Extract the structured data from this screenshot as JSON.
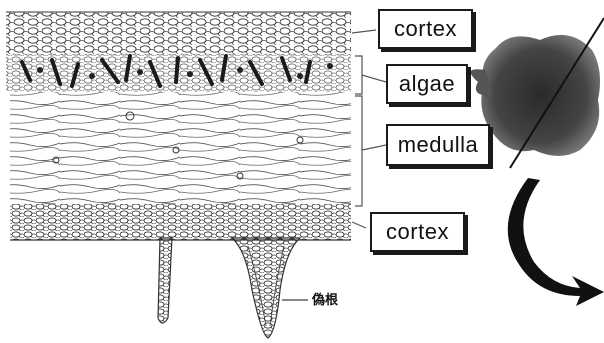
{
  "labels": {
    "cortex_top": "cortex",
    "algae": "algae",
    "medulla": "medulla",
    "cortex_bottom": "cortex",
    "rhizine": "偽根"
  },
  "colors": {
    "ink": "#1a1a1a",
    "paper": "#ffffff",
    "lichen_mass": "#3a3a3a"
  },
  "icons": [
    "curved-arrow-icon"
  ]
}
